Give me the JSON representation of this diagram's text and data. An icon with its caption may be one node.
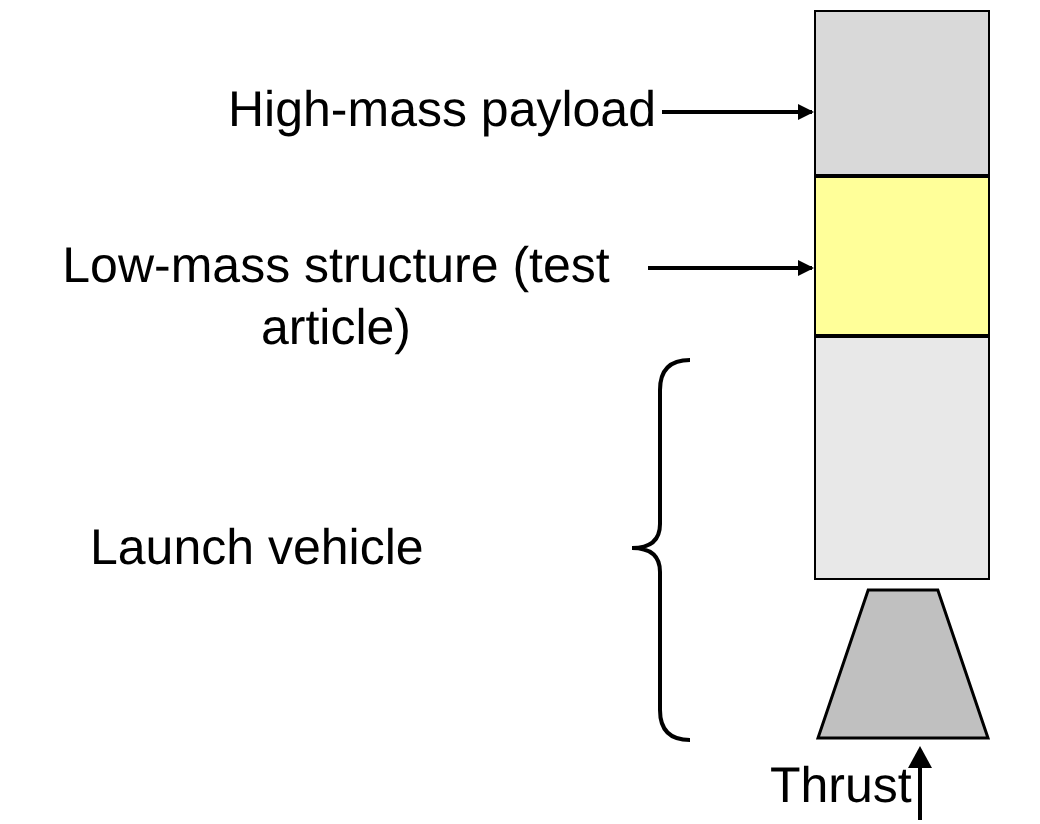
{
  "diagram": {
    "nodes": [
      {
        "text": [
          "High-mass payload"
        ]
      },
      {
        "text": [],
        "shape": "box"
      },
      {
        "text": [
          "Low-mass structure (test article)"
        ]
      },
      {
        "text": [],
        "shape": "box"
      },
      {
        "text": [],
        "shape": "box"
      },
      {
        "text": [],
        "shape": "trapezoid"
      }
    ],
    "edges": [
      {
        "from": 0,
        "to": 1,
        "arrow": "to"
      },
      {
        "from": 2,
        "to": 3,
        "arrow": "to"
      }
    ],
    "labels": [
      "Launch vehicle",
      "Thrust"
    ]
  }
}
